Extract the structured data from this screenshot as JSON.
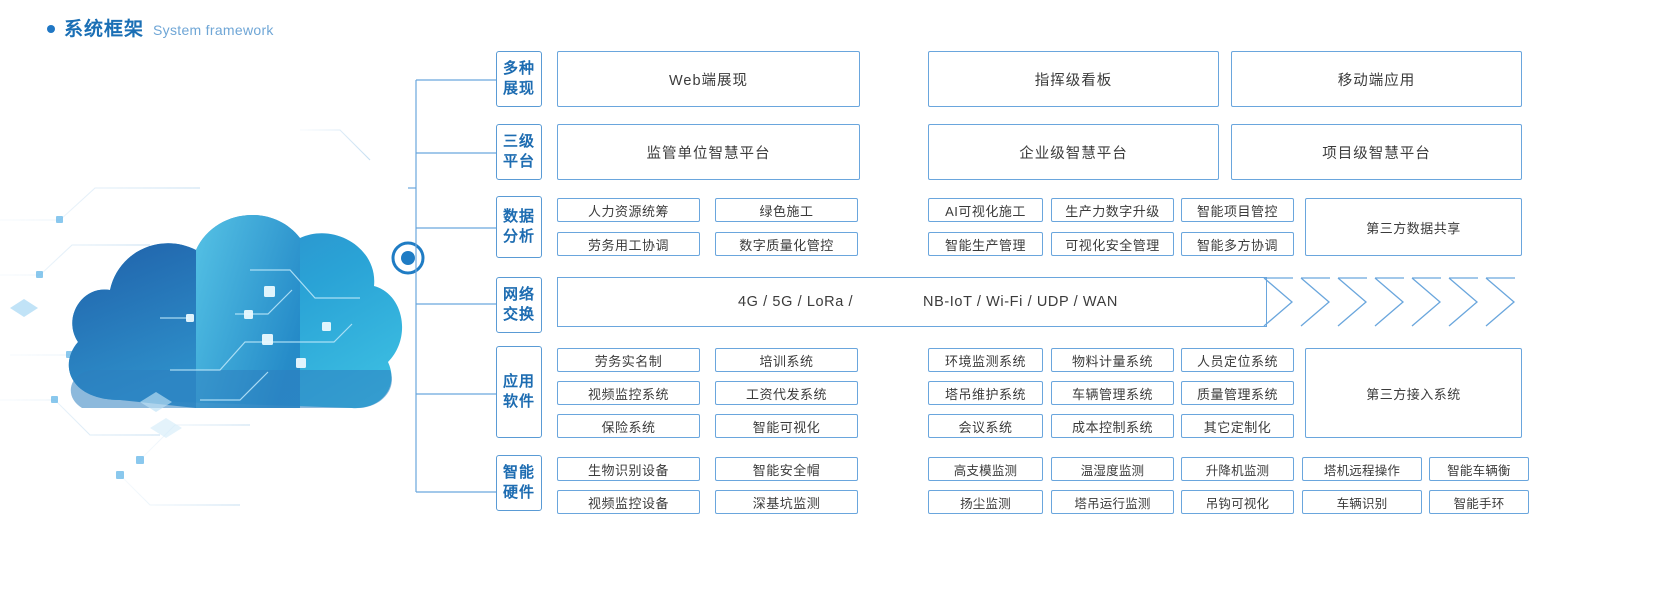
{
  "header": {
    "title_cn": "系统框架",
    "title_en": "System framework",
    "bullet_icon": "bullet-dot-icon"
  },
  "colors": {
    "accent": "#1a6fb5",
    "border": "#6aa6dd",
    "label_border": "#5a9bd5",
    "text": "#3b3b3b",
    "subtitle": "#6fa6d6"
  },
  "artwork": {
    "name": "cloud-network-illustration",
    "node_icon": "network-node-icon"
  },
  "rows": [
    {
      "label": "多种\n展现",
      "label_line1": "多种",
      "label_line2": "展现",
      "cells": [
        "Web端展现",
        "指挥级看板",
        "移动端应用"
      ]
    },
    {
      "label_line1": "三级",
      "label_line2": "平台",
      "cells": [
        "监管单位智慧平台",
        "企业级智慧平台",
        "项目级智慧平台"
      ]
    },
    {
      "label_line1": "数据",
      "label_line2": "分析",
      "left_grid": [
        [
          "人力资源统筹",
          "绿色施工"
        ],
        [
          "劳务用工协调",
          "数字质量化管控"
        ]
      ],
      "right_grid": [
        [
          "AI可视化施工",
          "生产力数字升级",
          "智能项目管控"
        ],
        [
          "智能生产管理",
          "可视化安全管理",
          "智能多方协调"
        ]
      ],
      "wide_cell": "第三方数据共享"
    },
    {
      "label_line1": "网络",
      "label_line2": "交换",
      "network_text_a": "4G / 5G / LoRa /",
      "network_text_b": "NB-IoT / Wi-Fi / UDP / WAN",
      "arrow_count": 7
    },
    {
      "label_line1": "应用",
      "label_line2": "软件",
      "left_grid": [
        [
          "劳务实名制",
          "培训系统"
        ],
        [
          "视频监控系统",
          "工资代发系统"
        ],
        [
          "保险系统",
          "智能可视化"
        ]
      ],
      "right_grid": [
        [
          "环境监测系统",
          "物料计量系统",
          "人员定位系统"
        ],
        [
          "塔吊维护系统",
          "车辆管理系统",
          "质量管理系统"
        ],
        [
          "会议系统",
          "成本控制系统",
          "其它定制化"
        ]
      ],
      "wide_cell": "第三方接入系统"
    },
    {
      "label_line1": "智能",
      "label_line2": "硬件",
      "left_grid": [
        [
          "生物识别设备",
          "智能安全帽"
        ],
        [
          "视频监控设备",
          "深基坑监测"
        ]
      ],
      "right_grid": [
        [
          "高支模监测",
          "温湿度监测",
          "升降机监测",
          "塔机远程操作",
          "智能车辆衡"
        ],
        [
          "扬尘监测",
          "塔吊运行监测",
          "吊钩可视化",
          "车辆识别",
          "智能手环"
        ]
      ]
    }
  ]
}
